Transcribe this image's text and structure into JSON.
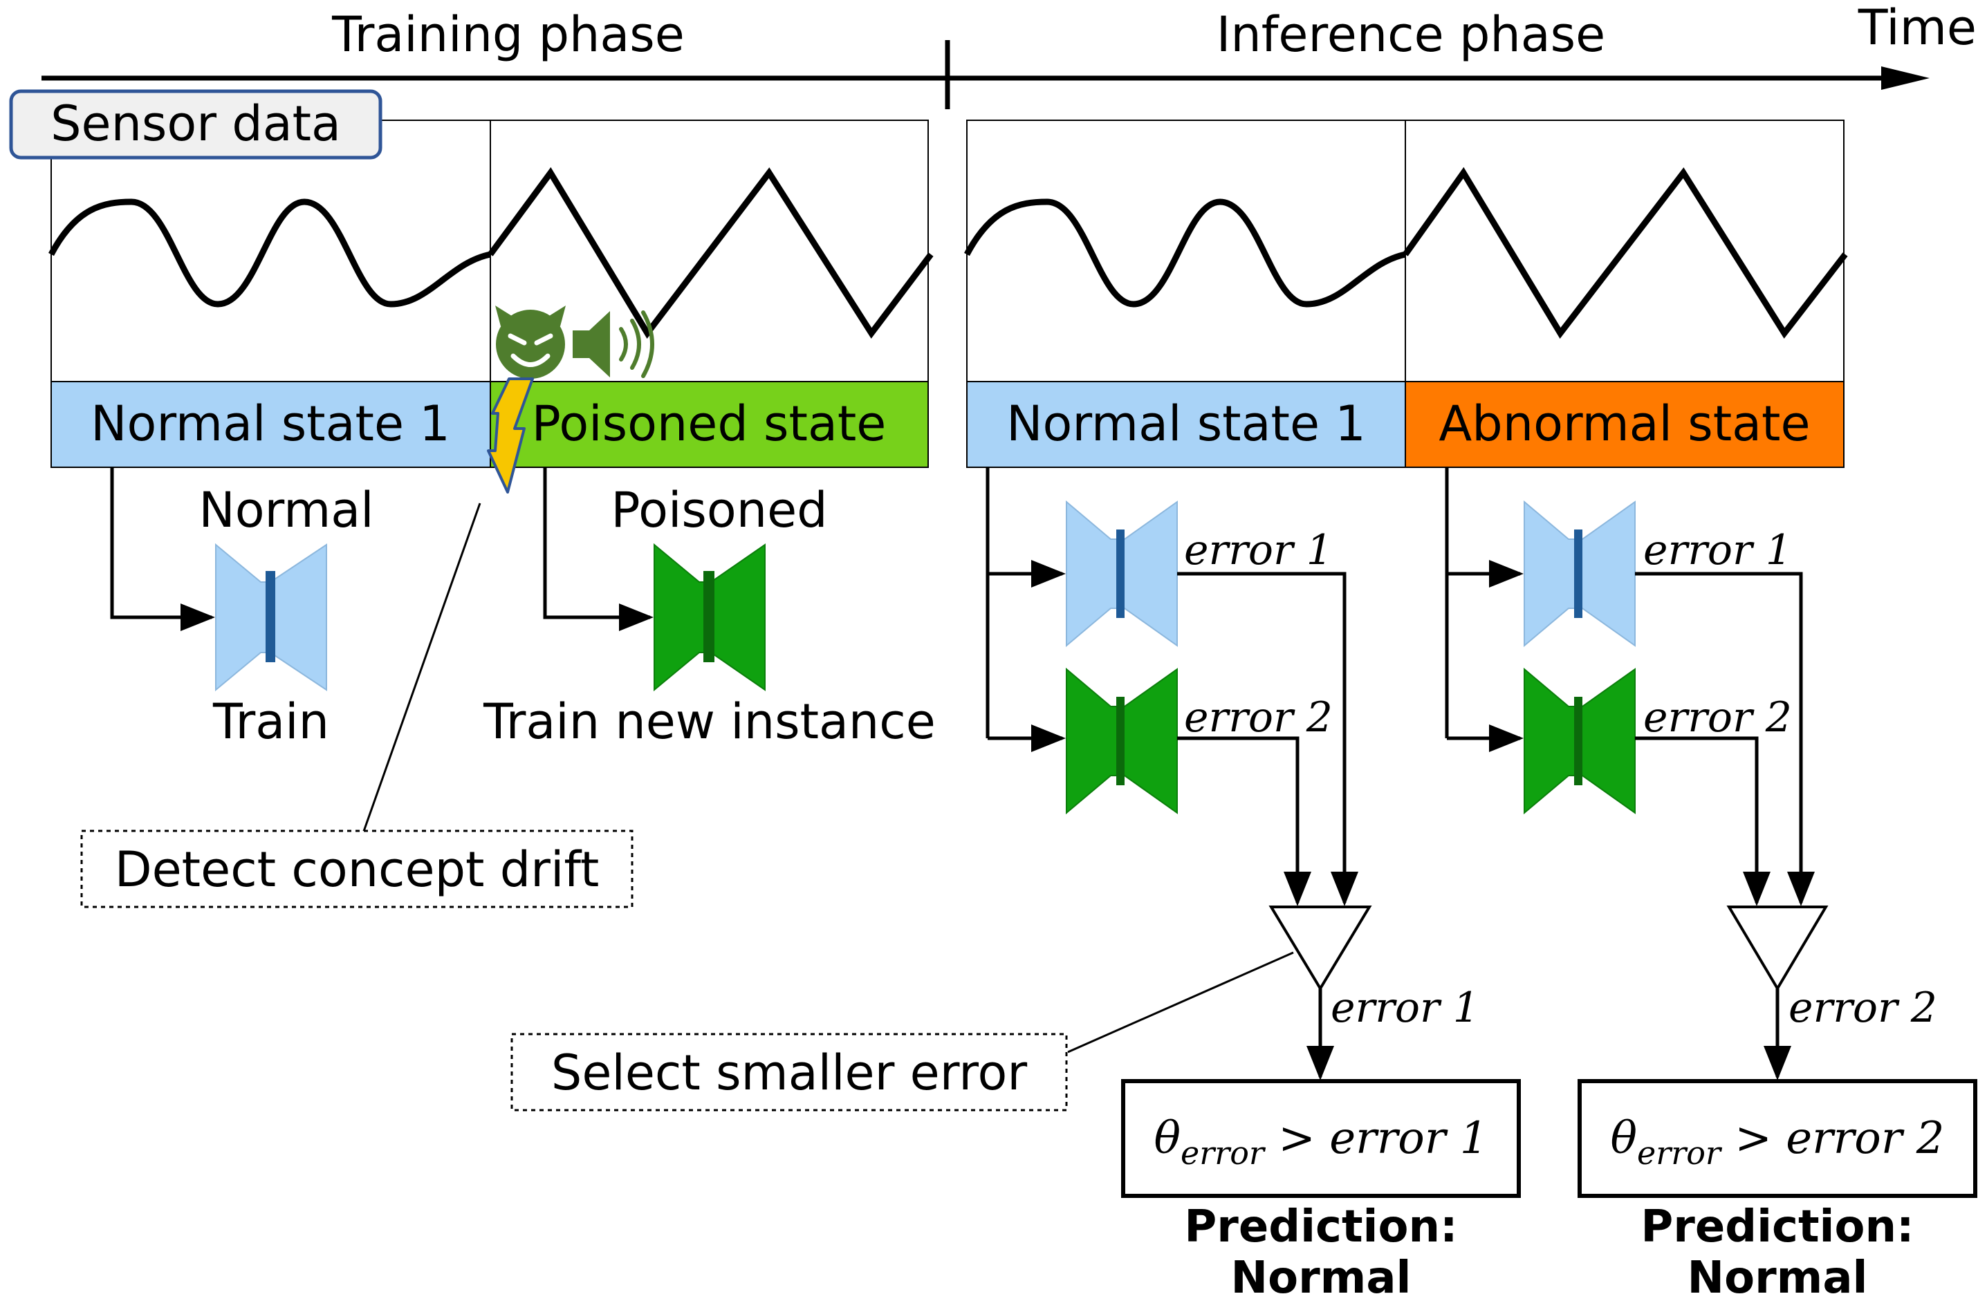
{
  "timeline": {
    "training_label": "Training phase",
    "inference_label": "Inference phase",
    "time_label": "Time"
  },
  "sensor_label": "Sensor data",
  "states": {
    "train_normal": "Normal state 1",
    "train_poisoned": "Poisoned state",
    "infer_normal": "Normal state 1",
    "infer_abnormal": "Abnormal state"
  },
  "training": {
    "normal_title": "Normal",
    "normal_caption": "Train",
    "poisoned_title": "Poisoned",
    "poisoned_caption": "Train new instance"
  },
  "callouts": {
    "drift": "Detect concept drift",
    "select": "Select smaller error"
  },
  "inference_left": {
    "error1_label": "error 1",
    "error2_label": "error 2",
    "selected_error": "error 1",
    "threshold_theta": "θ",
    "threshold_sub": "error",
    "threshold_rhs": " > error 1",
    "prediction_line1": "Prediction:",
    "prediction_line2": "Normal"
  },
  "inference_right": {
    "error1_label": "error 1",
    "error2_label": "error 2",
    "selected_error": "error 2",
    "threshold_theta": "θ",
    "threshold_sub": "error",
    "threshold_rhs": " > error 2",
    "prediction_line1": "Prediction:",
    "prediction_line2": "Normal"
  },
  "icons": {
    "attacker": "devil-icon",
    "speaker": "speaker-icon",
    "drift": "lightning-icon"
  },
  "colors": {
    "normal_state": "#a9d3f7",
    "poisoned_state": "#77d11b",
    "abnormal_state": "#ff7a00",
    "normal_model": "#a9d3f7",
    "poisoned_model": "#0fa10f",
    "attacker_icon": "#4f7d2d",
    "lightning": "#f7c600"
  }
}
